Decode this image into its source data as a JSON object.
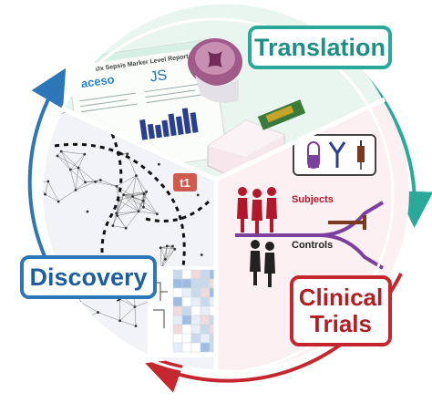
{
  "labels": {
    "translation": "Translation",
    "discovery": "Discovery",
    "clinical_line1": "Clinical",
    "clinical_line2": "Trials"
  },
  "report": {
    "title": "Dx Sepsis Marker Level Report",
    "logo_left": "aceso",
    "logo_right": "JS"
  },
  "network_badge": "t1",
  "trial_legend": {
    "subjects": "Subjects",
    "controls": "Controls"
  },
  "colors": {
    "translation": "#2aa89a",
    "discovery": "#2d76b8",
    "clinical": "#c4282e",
    "purple": "#7b3fa0"
  },
  "icons": [
    "capsule-icon",
    "antibody-icon",
    "syringe-icon",
    "person-icon",
    "flow-arrow-icon"
  ]
}
